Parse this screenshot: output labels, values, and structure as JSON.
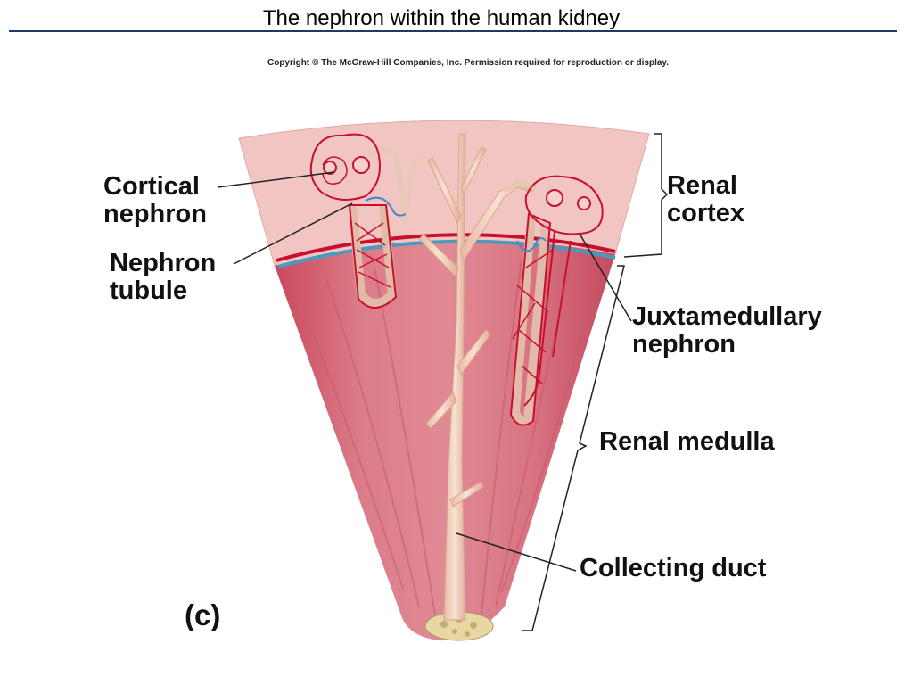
{
  "title": "The nephron within the human kidney",
  "copyright": "Copyright © The McGraw-Hill Companies, Inc. Permission required for reproduction or display.",
  "labels": {
    "cortical_nephron": "Cortical\nnephron",
    "nephron_tubule": "Nephron\ntubule",
    "renal_cortex": "Renal\ncortex",
    "juxtamedullary_nephron": "Juxtamedullary\nnephron",
    "renal_medulla": "Renal medulla",
    "collecting_duct": "Collecting duct",
    "panel": "(c)"
  },
  "colors": {
    "cortex": "#f0c2c0",
    "medulla": "#d9707c",
    "vessel_red": "#c8102e",
    "vessel_blue": "#4a86c8",
    "duct": "#f3d3bd"
  }
}
